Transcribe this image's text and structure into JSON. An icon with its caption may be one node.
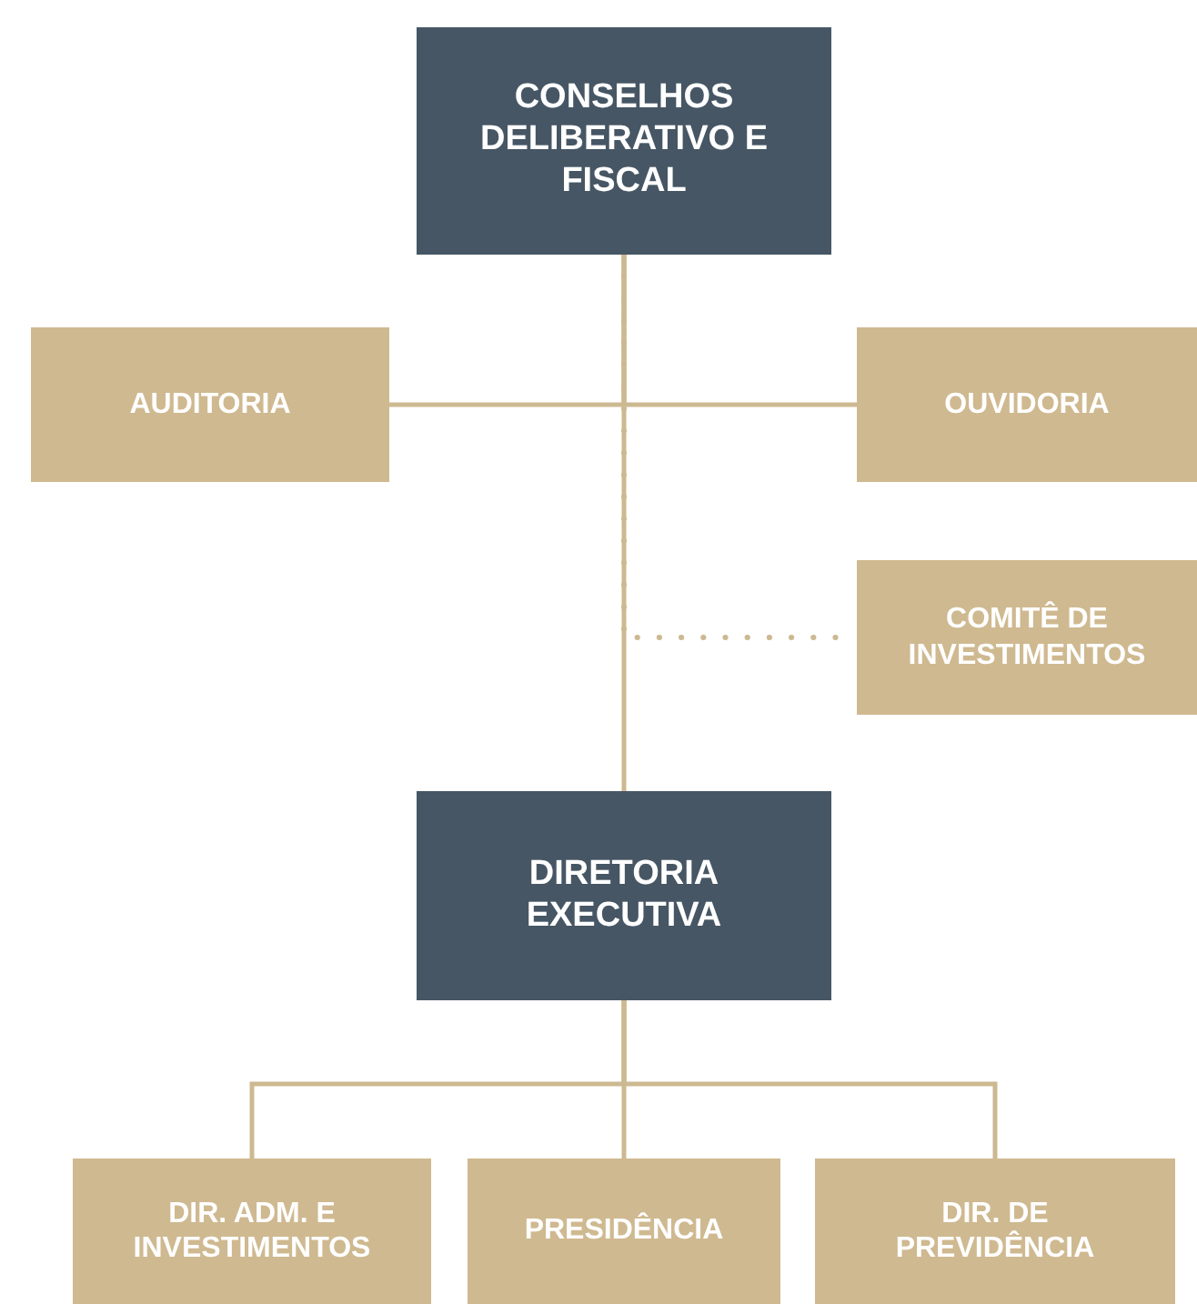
{
  "diagram": {
    "nodes": [
      {
        "text": [
          "CONSELHOS DELIBERATIVO E FISCAL"
        ]
      },
      {
        "text": [
          "AUDITORIA"
        ]
      },
      {
        "text": [
          "OUVIDORIA"
        ]
      },
      {
        "text": [
          "COMITÊ DE INVESTIMENTOS"
        ]
      },
      {
        "text": [
          "DIRETORIA EXECUTIVA"
        ]
      },
      {
        "text": [
          "DIR. ADM. E INVESTIMENTOS"
        ]
      },
      {
        "text": [
          "PRESIDÊNCIA"
        ]
      },
      {
        "text": [
          "DIR. DE PREVIDÊNCIA"
        ]
      }
    ],
    "edges": [
      {
        "from": 0,
        "to": 4,
        "arrow": "none"
      },
      {
        "from": 0,
        "to": 1,
        "arrow": "none"
      },
      {
        "from": 0,
        "to": 2,
        "arrow": "none"
      },
      {
        "from": 0,
        "to": 3,
        "arrow": "none",
        "style": "dashed"
      },
      {
        "from": 4,
        "to": 5,
        "arrow": "none"
      },
      {
        "from": 4,
        "to": 6,
        "arrow": "none"
      },
      {
        "from": 4,
        "to": 7,
        "arrow": "none"
      }
    ]
  }
}
